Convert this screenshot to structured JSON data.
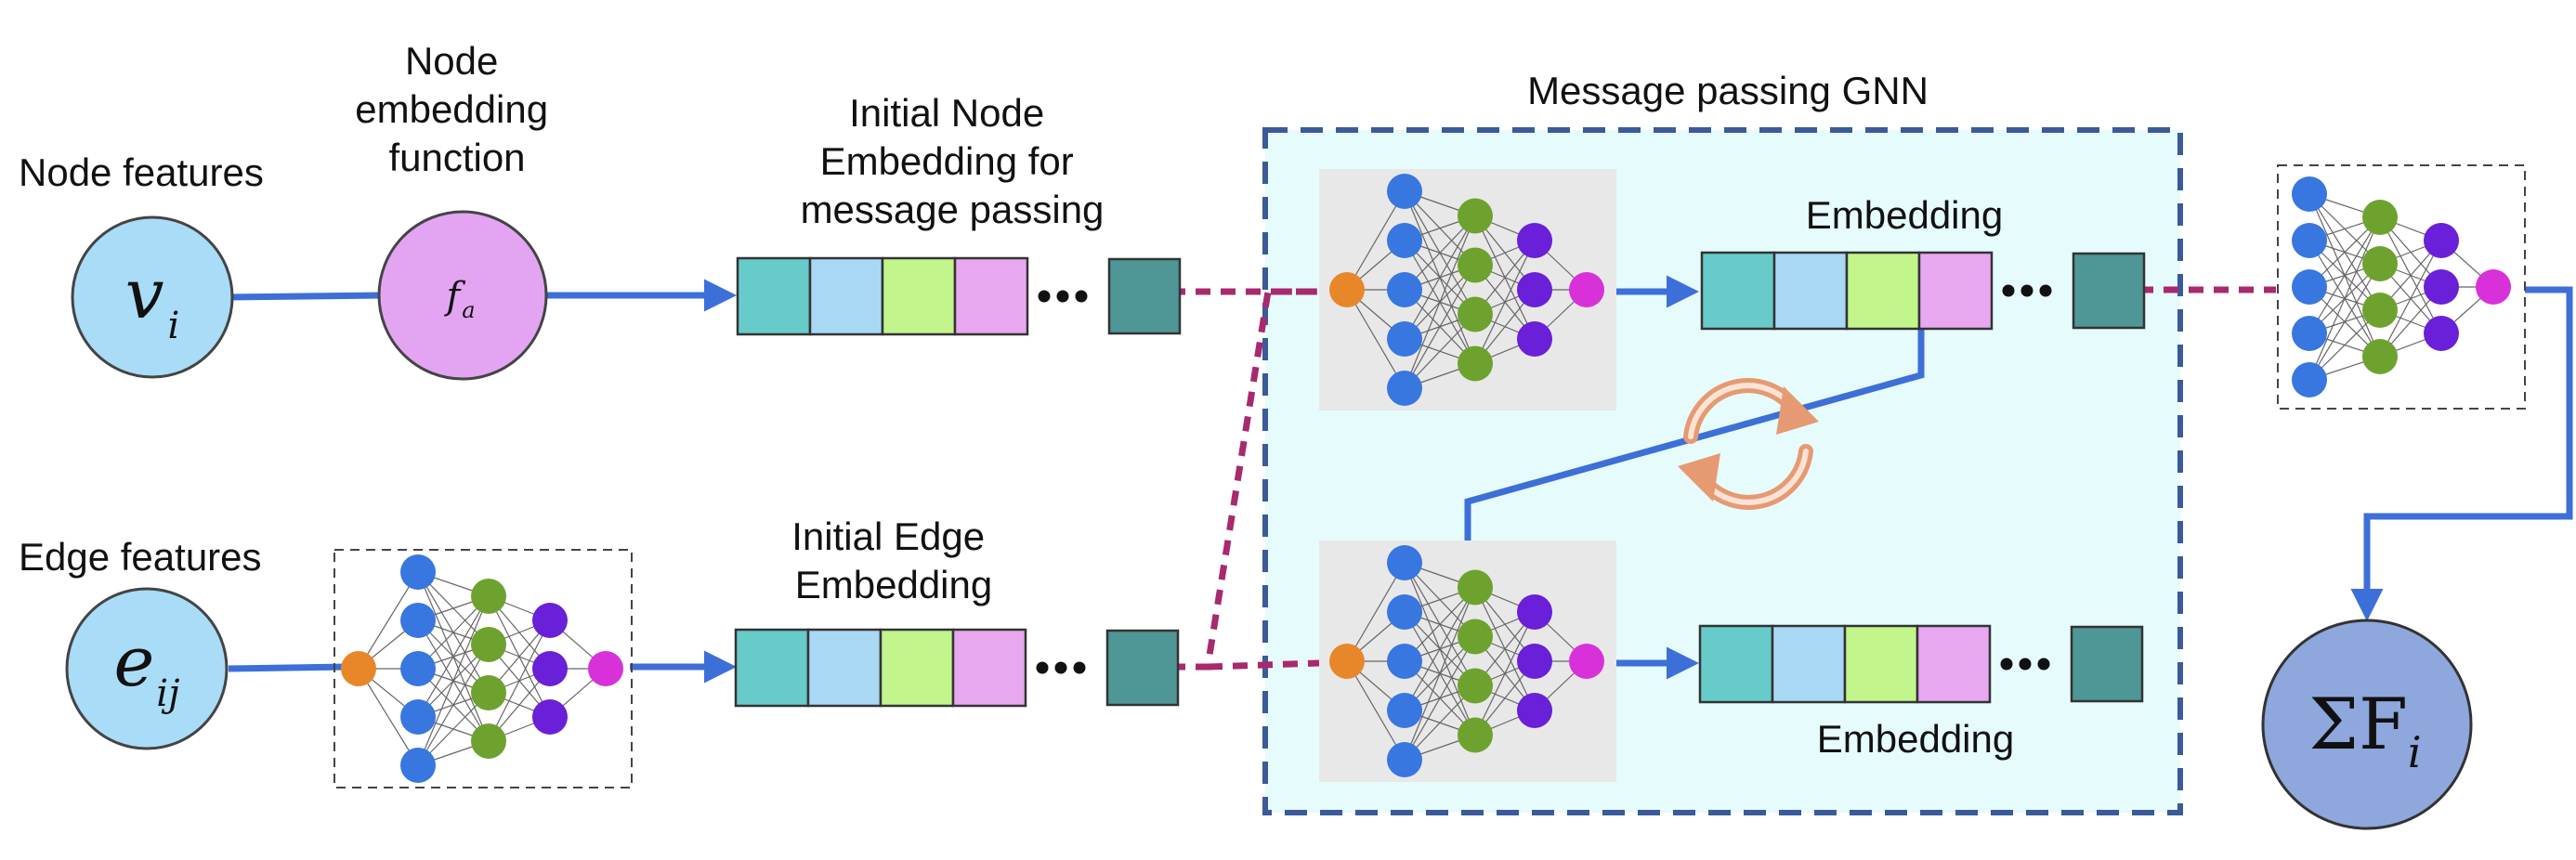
{
  "labels": {
    "node_features": "Node features",
    "node_embedding_function": [
      "Node",
      "embedding",
      "function"
    ],
    "initial_node_embedding": [
      "Initial Node",
      "Embedding for",
      "message passing"
    ],
    "message_passing_gnn": "Message passing GNN",
    "embedding_top": "Embedding",
    "edge_features": "Edge features",
    "initial_edge_embedding": [
      "Initial Edge",
      "Embedding"
    ],
    "embedding_bottom": "Embedding"
  },
  "symbols": {
    "node_feature": {
      "base": "v",
      "sub": "i"
    },
    "embedding_fn": {
      "base": "f",
      "sub": "a"
    },
    "edge_feature": {
      "base": "e",
      "sub": "ij"
    },
    "output_sum": "ΣF",
    "output_sub": "i"
  },
  "colors": {
    "arrow": "#3d6fd8",
    "dashed_link": "#a8296e",
    "node_feature_circle": "#a9dcf7",
    "embedding_fn_circle": "#e3a5f2",
    "output_circle": "#8ea7dc",
    "gnn_panel": "#e6fbfc",
    "gnn_border": "#3a5a9a",
    "nn_input": "#e8872a",
    "nn_layer1": "#3876e0",
    "nn_layer2": "#6ea22f",
    "nn_layer3": "#6a1fd8",
    "nn_output": "#d931d9",
    "cell_1": "#67cbc9",
    "cell_2": "#a9d8f5",
    "cell_3": "#c2f58b",
    "cell_4": "#e7a8f0",
    "cell_last": "#4e9796",
    "cycle": "#e69a72"
  }
}
